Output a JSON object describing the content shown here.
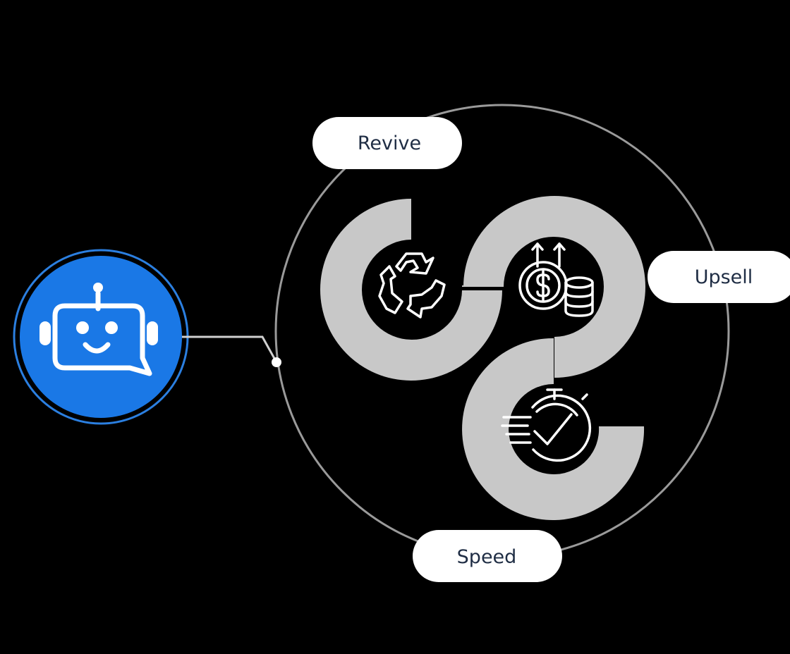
{
  "labels": {
    "revive": "Revive",
    "upsell": "Upsell",
    "speed": "Speed"
  },
  "colors": {
    "background": "#000000",
    "bot_blue": "#1a78e6",
    "bot_ring": "#2b7fe0",
    "ring": "#9a9a9a",
    "arc": "#c8c8c8",
    "connector": "#d0d0d0",
    "pill_fill": "#ffffff",
    "pill_text": "#1f2d44",
    "icon_stroke": "#ffffff"
  },
  "icons": {
    "bot": "chatbot-icon",
    "revive": "recycle-icon",
    "upsell": "dollar-growth-icon",
    "speed": "stopwatch-check-icon"
  }
}
